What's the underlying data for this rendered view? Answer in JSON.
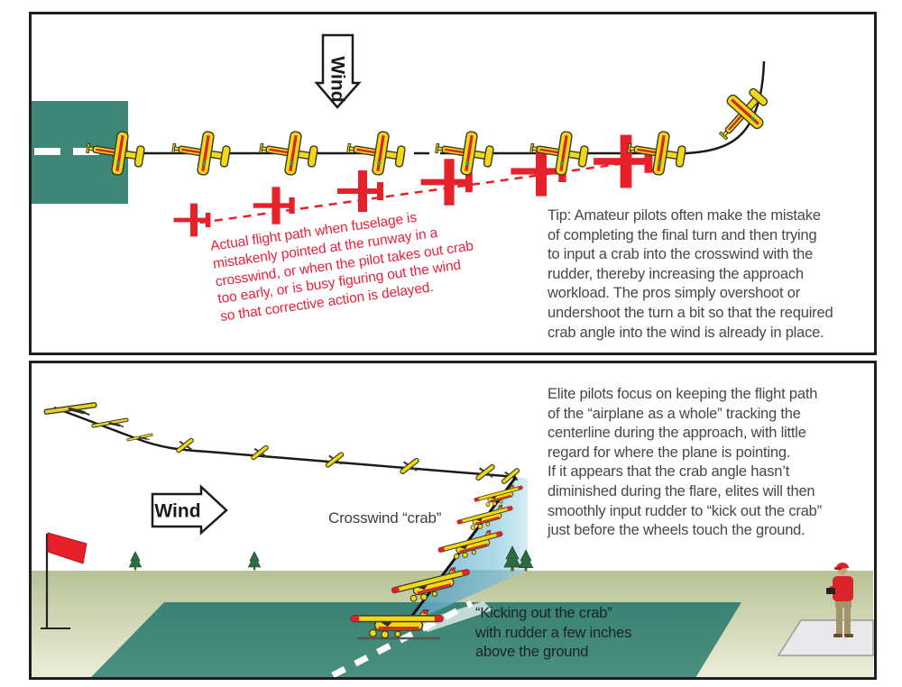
{
  "top_panel": {
    "wind_label": "Wind",
    "red_note": "Actual flight path when fuselage is\nmistakenly pointed at the runway in a\ncrosswind, or when the pilot takes out crab\ntoo early, or is busy figuring out the wind\nso that corrective action is delayed.",
    "tip_note": "Tip: Amateur pilots often make the mistake\nof completing the final turn and then trying\nto input a crab into the crosswind with the\nrudder, thereby increasing the approach\nworkload. The pros simply overshoot or\nundershoot the turn a bit so that the required\ncrab angle into the wind is already in place."
  },
  "bottom_panel": {
    "wind_label": "Wind",
    "crosswind_label": "Crosswind “crab”",
    "elite_note": "Elite pilots focus on keeping the flight path\nof the “airplane as a whole” tracking the\ncenterline during the approach, with little\nregard for where the plane is pointing.\nIf it appears that the crab angle hasn’t\ndiminished during the flare, elites will then\nsmoothly input rudder to “kick out the crab”\njust before the wheels touch the ground.",
    "kick_note": "“Kicking out the crab”\nwith rudder a few inches\nabove the ground"
  },
  "colors": {
    "runway_teal": "#3e8678",
    "plane_yellow": "#f2d818",
    "alert_red": "#e62129",
    "note_red": "#e8213c",
    "text_gray": "#474747",
    "curtain_blue": "#8cc4da",
    "ground_green": "#c2cb9e"
  }
}
